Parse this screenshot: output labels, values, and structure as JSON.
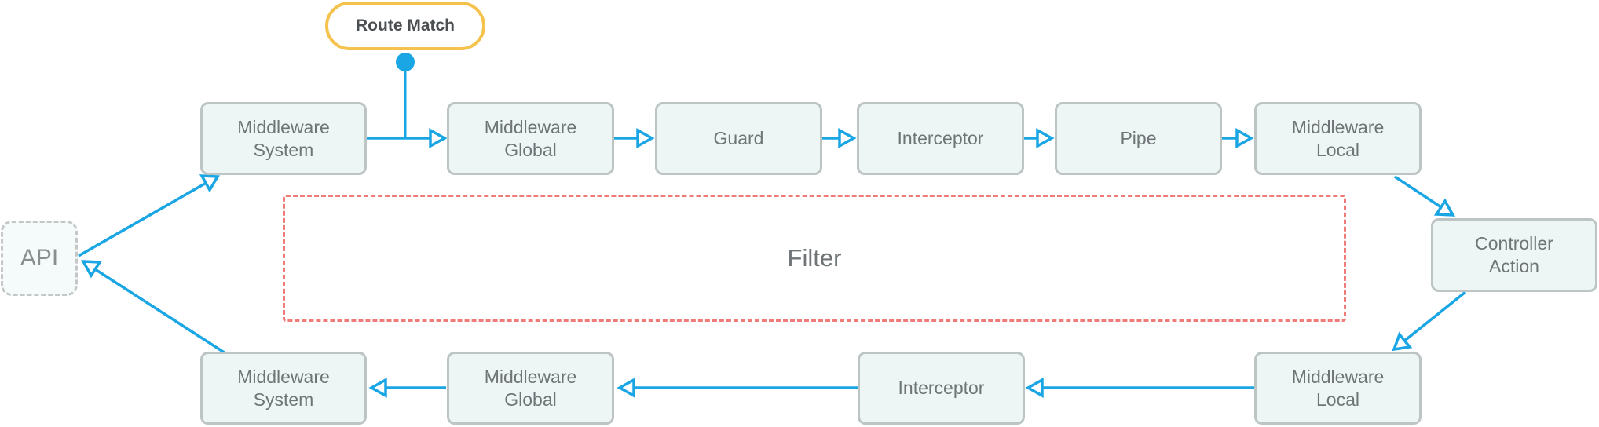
{
  "route_match": "Route Match",
  "api": "API",
  "filter": "Filter",
  "request_flow": [
    {
      "line1": "Middleware",
      "line2": "System"
    },
    {
      "line1": "Middleware",
      "line2": "Global"
    },
    {
      "line1": "Guard",
      "line2": ""
    },
    {
      "line1": "Interceptor",
      "line2": ""
    },
    {
      "line1": "Pipe",
      "line2": ""
    },
    {
      "line1": "Middleware",
      "line2": "Local"
    }
  ],
  "controller": {
    "line1": "Controller",
    "line2": "Action"
  },
  "response_flow": [
    {
      "line1": "Middleware",
      "line2": "Local"
    },
    {
      "line1": "Interceptor",
      "line2": ""
    },
    {
      "line1": "Middleware",
      "line2": "Global"
    },
    {
      "line1": "Middleware",
      "line2": "System"
    }
  ],
  "colors": {
    "arrow": "#1aa6e4",
    "node_border": "#bcc4c4",
    "node_fill": "#eef6f5",
    "route_border": "#f4c24d",
    "filter_border": "#ee7b78"
  }
}
